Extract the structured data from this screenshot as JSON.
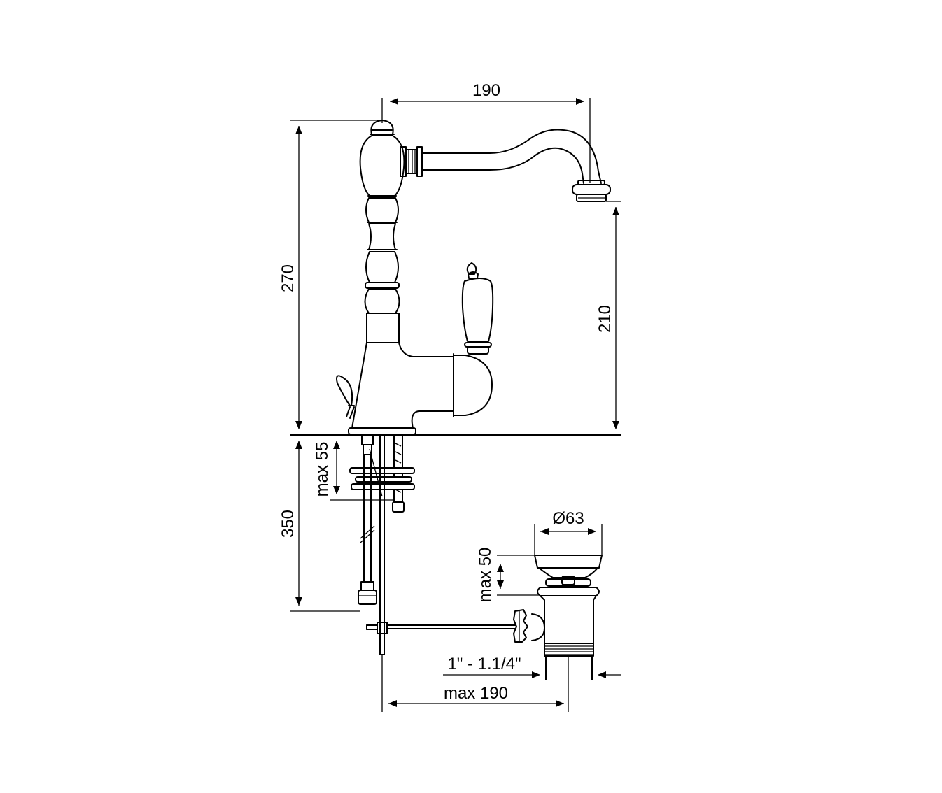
{
  "dimensions": {
    "spout_reach": "190",
    "total_height": "270",
    "spout_height": "210",
    "max_deck_thickness_tap": "max 55",
    "hose_length": "350",
    "waste_diameter": "Ø63",
    "max_deck_thickness_waste": "max 50",
    "waste_thread": "1\" - 1.1/4\"",
    "rod_length": "max 190"
  },
  "colors": {
    "line": "#000000",
    "background": "#ffffff"
  }
}
